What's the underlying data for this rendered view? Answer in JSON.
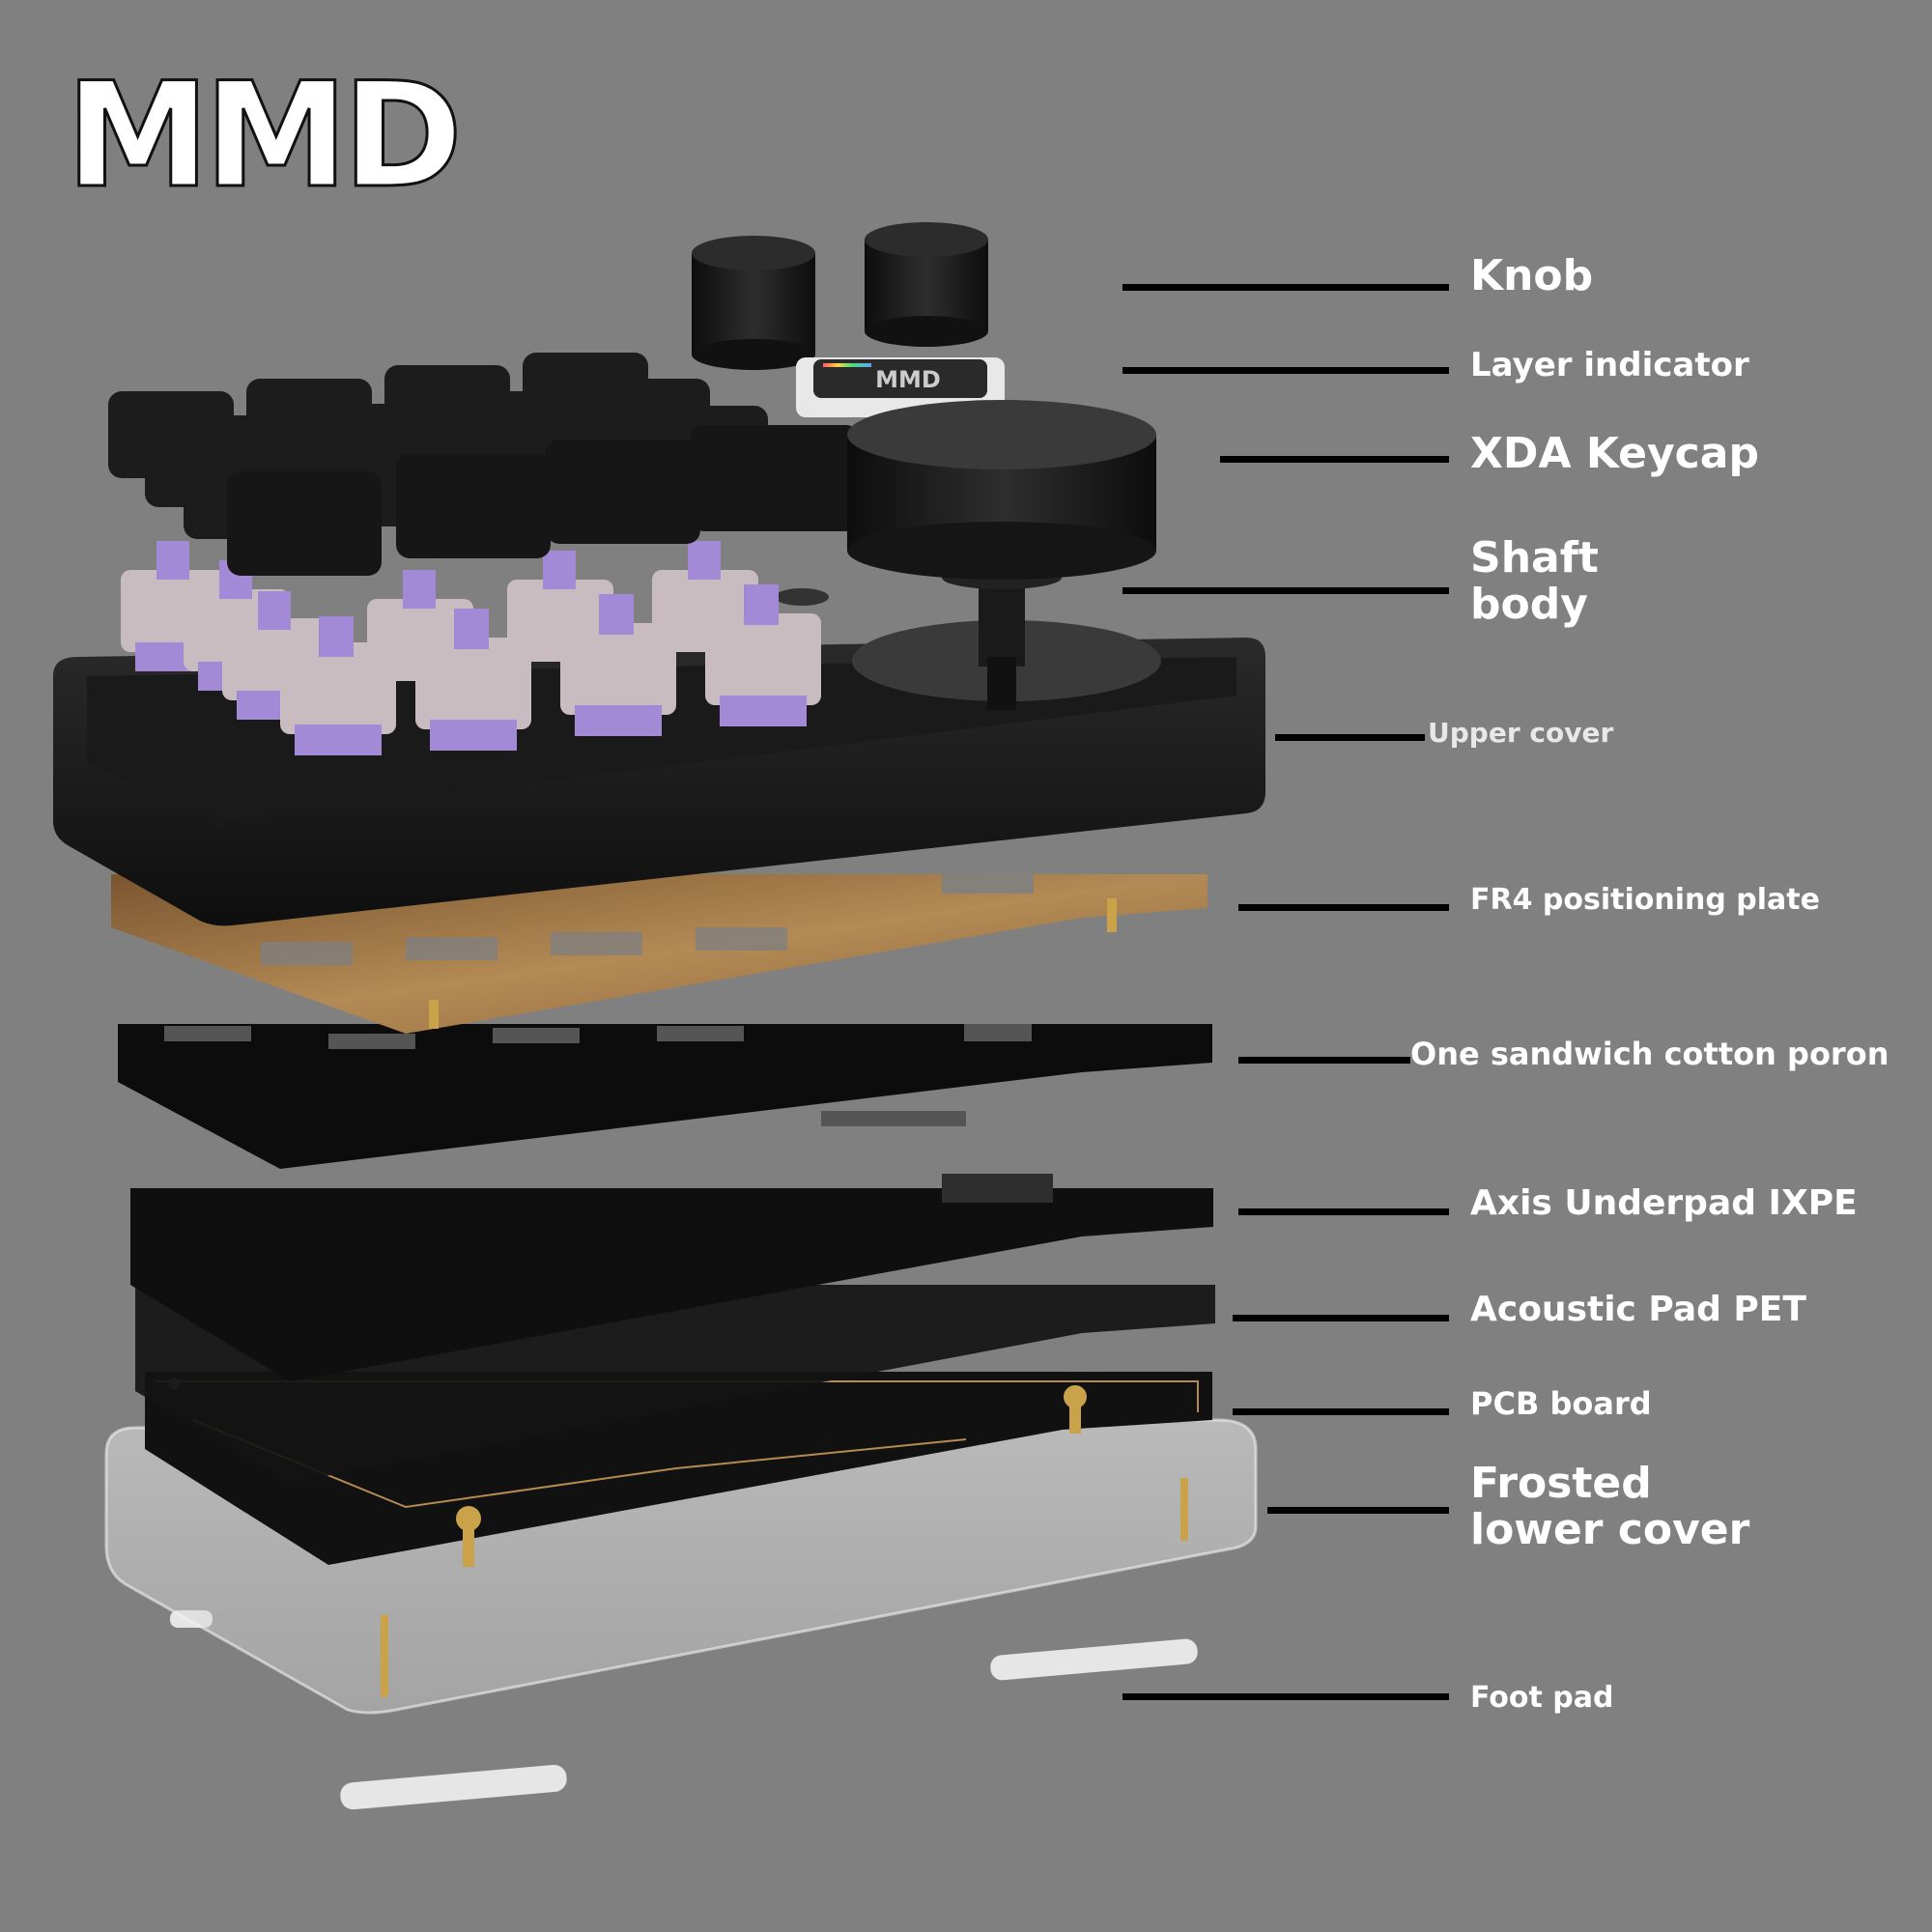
{
  "brand": {
    "logo_text": "MMD"
  },
  "indicator_text": "MMD",
  "colors": {
    "background": "#808080",
    "label_text": "#ffffff",
    "leader_line": "#000000",
    "keycap": "#1c1c1c",
    "switch_stem": "#a38ad6",
    "plate_copper": "#a97f4c"
  },
  "labels": [
    {
      "text": "Knob"
    },
    {
      "text": "Layer indicator"
    },
    {
      "text": "XDA Keycap"
    },
    {
      "text": "Shaft\nbody"
    },
    {
      "text": "Upper cover"
    },
    {
      "text": "FR4 positioning plate"
    },
    {
      "text": "One sandwich cotton poron"
    },
    {
      "text": "Axis Underpad IXPE"
    },
    {
      "text": "Acoustic Pad PET"
    },
    {
      "text": "PCB board"
    },
    {
      "text": "Frosted\nlower cover"
    },
    {
      "text": "Foot pad"
    }
  ]
}
